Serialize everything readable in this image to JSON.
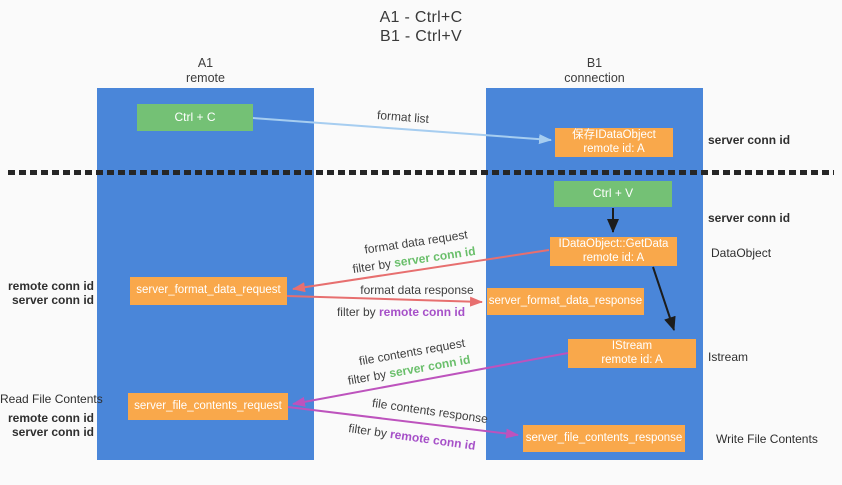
{
  "title": {
    "line1": "A1 - Ctrl+C",
    "line2": "B1 - Ctrl+V"
  },
  "lanes": {
    "left": {
      "title": "A1",
      "subtitle": "remote"
    },
    "right": {
      "title": "B1",
      "subtitle": "connection"
    }
  },
  "nodes": {
    "ctrl_c": {
      "label": "Ctrl + C"
    },
    "save_idataobject": {
      "line1": "保存IDataObject",
      "line2": "remote id: A"
    },
    "ctrl_v": {
      "label": "Ctrl + V"
    },
    "getdata": {
      "line1": "IDataObject::GetData",
      "line2": "remote id: A"
    },
    "format_request": {
      "label": "server_format_data_request"
    },
    "format_response": {
      "label": "server_format_data_response"
    },
    "istream": {
      "line1": "IStream",
      "line2": "remote id: A"
    },
    "file_request": {
      "label": "server_file_contents_request"
    },
    "file_response": {
      "label": "server_file_contents_response"
    }
  },
  "edge_labels": {
    "format_list": "format list",
    "format_data_request": "format data request",
    "format_data_response": "format data response",
    "file_contents_request": "file contents request",
    "file_contents_response": "file contents response",
    "filter_by": "filter by",
    "server_conn_id": "server conn id",
    "remote_conn_id": "remote conn id"
  },
  "side_labels": {
    "server_conn_id_top": "server conn id",
    "server_conn_id_mid": "server conn id",
    "dataobject": "DataObject",
    "istream": "Istream",
    "write_file_contents": "Write File Contents",
    "remote_conn_id_left1": "remote conn id",
    "server_conn_id_left1": "server conn id",
    "read_file_contents": "Read File Contents",
    "remote_conn_id_left2": "remote conn id",
    "server_conn_id_left2": "server conn id"
  },
  "colors": {
    "lane_blue": "#4a86d9",
    "node_green": "#74c175",
    "node_orange": "#f9a84b",
    "arrow_light_blue": "#a6cdf0",
    "arrow_red": "#e76f6f",
    "arrow_magenta": "#bd53bd",
    "arrow_black": "#1c1c1c",
    "text_green": "#6abf6b",
    "text_purple": "#a650c8"
  }
}
